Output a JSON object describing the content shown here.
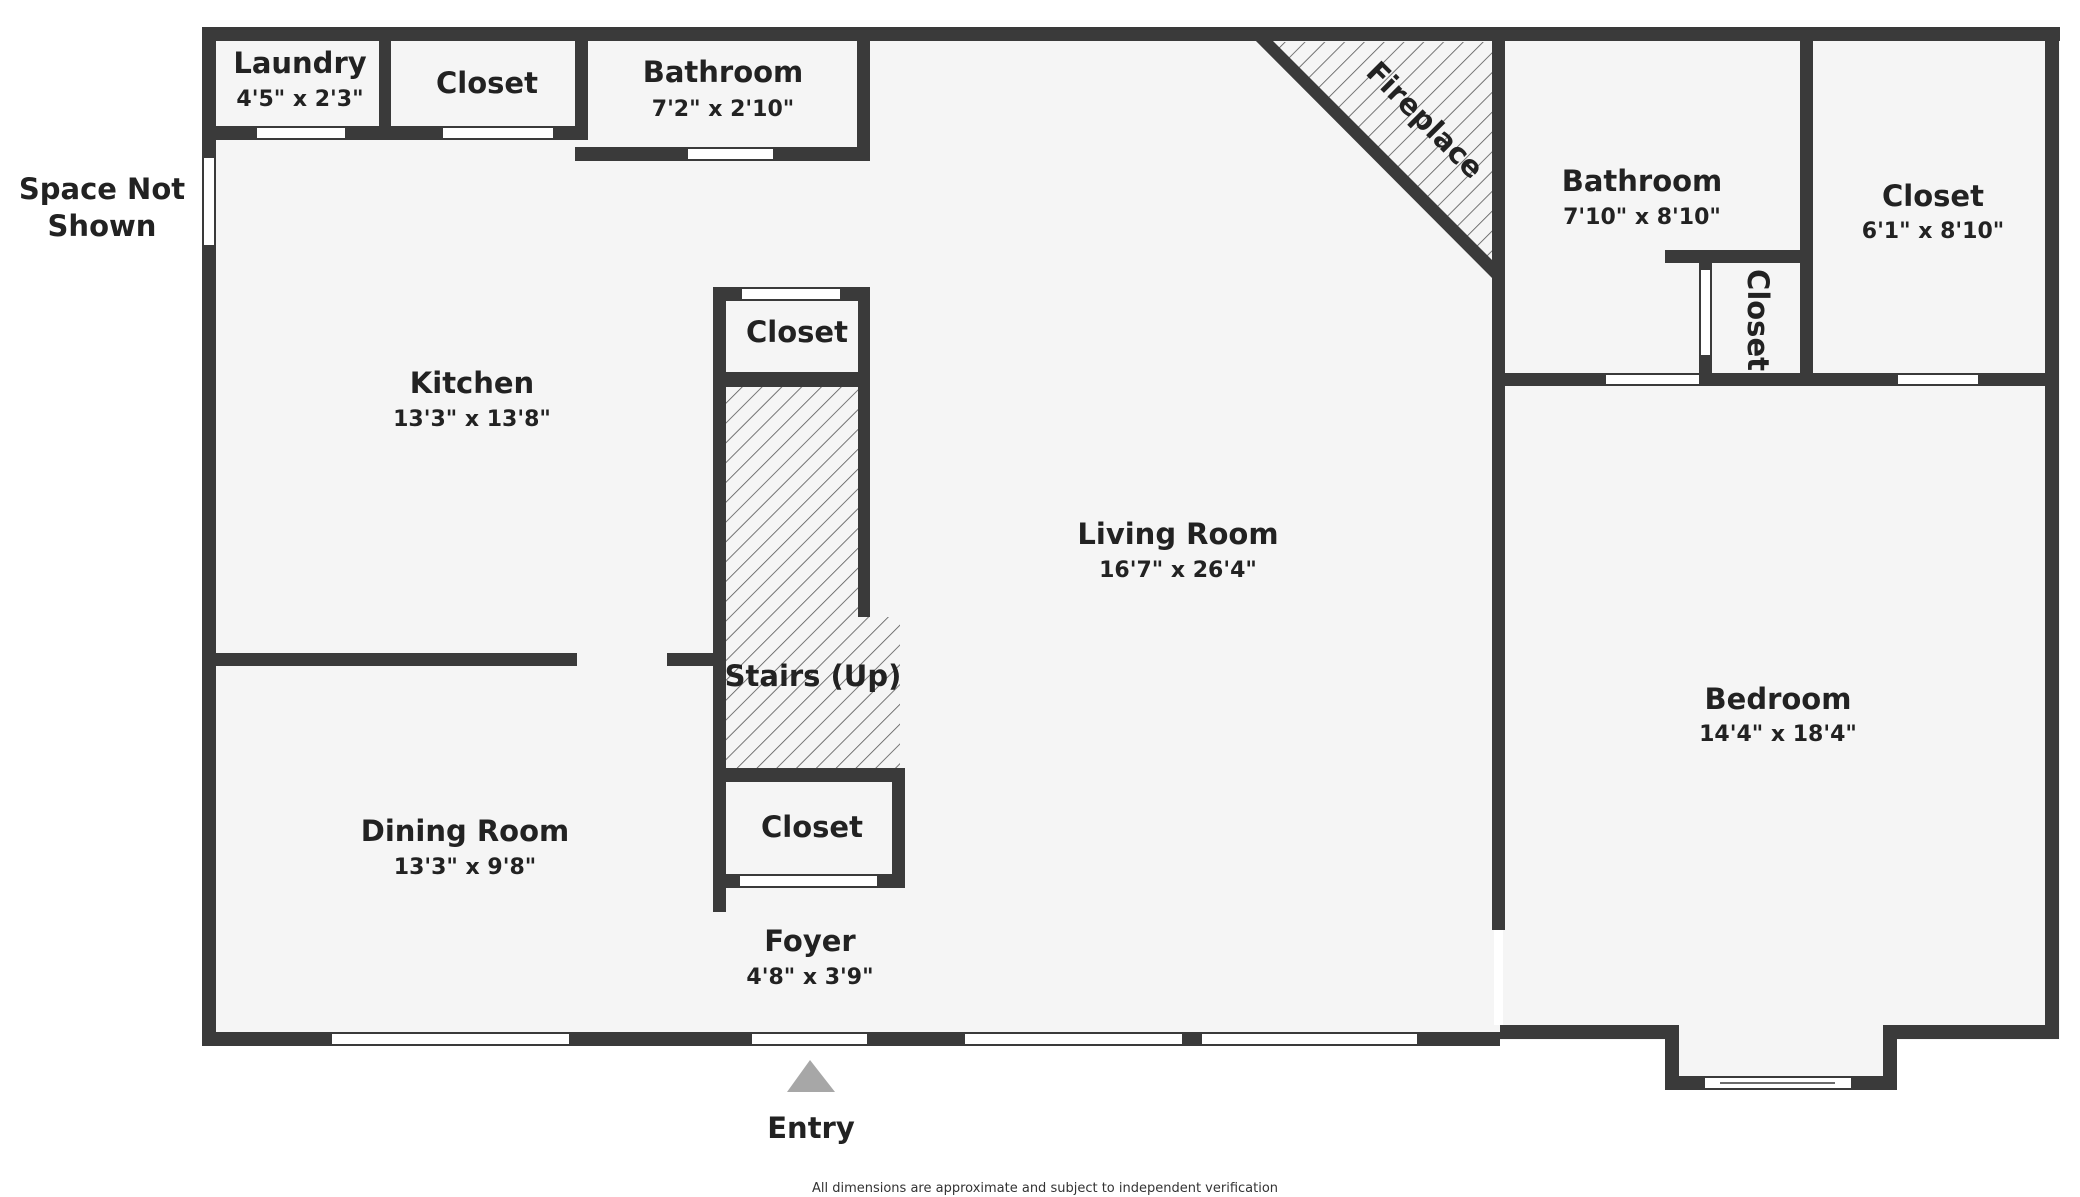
{
  "colors": {
    "floor": "#f5f5f5",
    "wall": "#3a3a3a",
    "window": "#ffffff",
    "text": "#222222",
    "entry_marker": "#a7a7a7"
  },
  "rooms": {
    "laundry": {
      "name": "Laundry",
      "dims": "4'5\" x 2'3\""
    },
    "closet_top": {
      "name": "Closet"
    },
    "bathroom_top": {
      "name": "Bathroom",
      "dims": "7'2\" x 2'10\""
    },
    "kitchen": {
      "name": "Kitchen",
      "dims": "13'3\" x 13'8\""
    },
    "closet_center": {
      "name": "Closet"
    },
    "stairs": {
      "name": "Stairs (Up)"
    },
    "living_room": {
      "name": "Living Room",
      "dims": "16'7\" x 26'4\""
    },
    "fireplace": {
      "name": "Fireplace"
    },
    "bathroom_right": {
      "name": "Bathroom",
      "dims": "7'10\" x 8'10\""
    },
    "closet_right": {
      "name": "Closet",
      "dims": "6'1\" x 8'10\""
    },
    "closet_vertical": {
      "name": "Closet"
    },
    "dining_room": {
      "name": "Dining Room",
      "dims": "13'3\" x 9'8\""
    },
    "closet_lower": {
      "name": "Closet"
    },
    "foyer": {
      "name": "Foyer",
      "dims": "4'8\" x 3'9\""
    },
    "bedroom": {
      "name": "Bedroom",
      "dims": "14'4\" x 18'4\""
    }
  },
  "space_not_shown": {
    "line1": "Space Not",
    "line2": "Shown"
  },
  "entry": {
    "label": "Entry"
  },
  "disclaimer": "All dimensions are approximate and subject to independent verification"
}
